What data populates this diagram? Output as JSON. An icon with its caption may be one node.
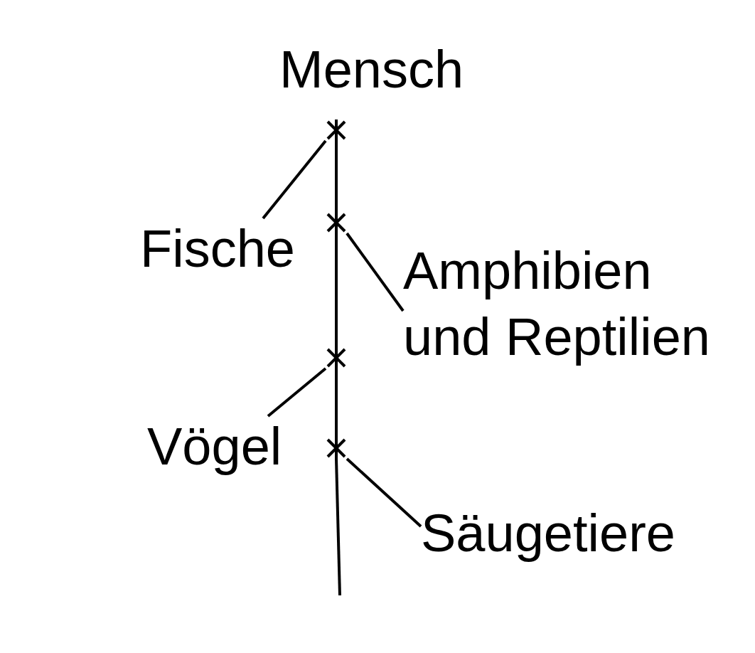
{
  "diagram": {
    "nodes": [
      {
        "text": [],
        "shape": "cross",
        "beside": [
          "Mensch"
        ]
      },
      {
        "text": [
          "Fische"
        ]
      },
      {
        "text": [],
        "shape": "cross"
      },
      {
        "text": [
          "Amphibien und Reptilien"
        ]
      },
      {
        "text": [],
        "shape": "cross"
      },
      {
        "text": [
          "Vögel"
        ]
      },
      {
        "text": [],
        "shape": "cross"
      },
      {
        "text": [
          "Säugetiere"
        ]
      }
    ],
    "edges": [
      {
        "from": 0,
        "to": 1,
        "arrow": "none"
      },
      {
        "from": 0,
        "to": 2,
        "arrow": "none"
      },
      {
        "from": 2,
        "to": 3,
        "arrow": "none"
      },
      {
        "from": 2,
        "to": 4,
        "arrow": "none"
      },
      {
        "from": 4,
        "to": 5,
        "arrow": "none"
      },
      {
        "from": 4,
        "to": 6,
        "arrow": "none"
      },
      {
        "from": 6,
        "to": 7,
        "arrow": "none"
      },
      {
        "from": 6,
        "to": null,
        "arrow": "none"
      }
    ]
  }
}
